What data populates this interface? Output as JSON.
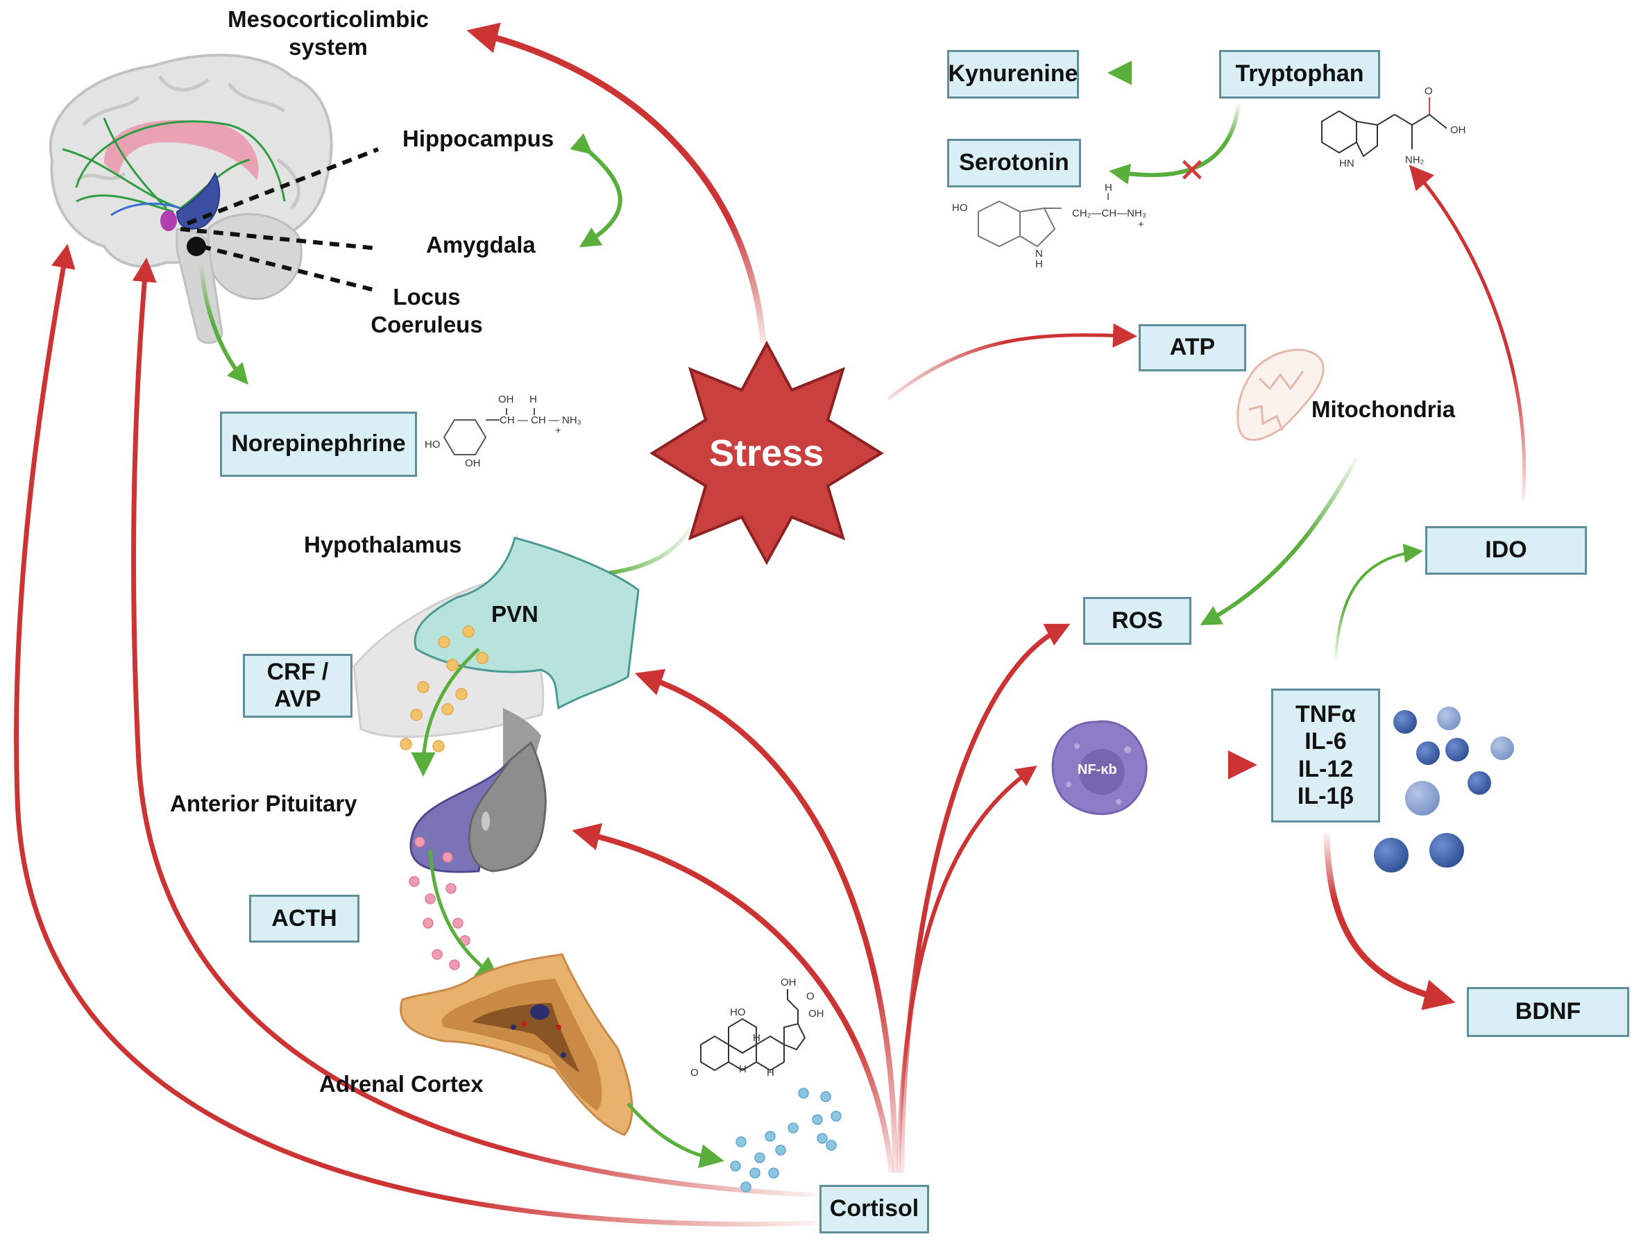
{
  "colors": {
    "box_fill": "#d9eef5",
    "box_border": "#5e8f99",
    "activation_arrow": "#cc3333",
    "pathway_arrow": "#5aae3c",
    "stress_star": "#c9403f",
    "pvn": "#b8e2dc",
    "pituitary_anterior": "#7b73b8",
    "pituitary_posterior": "#8d8d8d",
    "adrenal": "#d99a5a",
    "cortisol_particles": "#8cc5e0",
    "cytokine_particles": "#3f60a8",
    "crf_particles": "#f2c36b",
    "acth_particles": "#ef9cb3",
    "nfkb_cell": "#8f7cc6"
  },
  "labels": {
    "mesocorticolimbic": "Mesocorticolimbic\nsystem",
    "hippocampus": "Hippocampus",
    "amygdala": "Amygdala",
    "locus_coeruleus": "Locus\nCoeruleus",
    "hypothalamus": "Hypothalamus",
    "pvn": "PVN",
    "anterior_pituitary": "Anterior Pituitary",
    "adrenal_cortex": "Adrenal Cortex",
    "mitochondria": "Mitochondria",
    "stress": "Stress",
    "nfkb": "NF-κb"
  },
  "boxes": {
    "kynurenine": "Kynurenine",
    "tryptophan": "Tryptophan",
    "serotonin": "Serotonin",
    "norepinephrine": "Norepinephrine",
    "atp": "ATP",
    "ido": "IDO",
    "ros": "ROS",
    "crf_avp": "CRF /\nAVP",
    "cytokines": [
      "TNFα",
      "IL-6",
      "IL-12",
      "IL-1β"
    ],
    "acth": "ACTH",
    "bdnf": "BDNF",
    "cortisol": "Cortisol"
  },
  "chem": {
    "norepinephrine": {
      "oh_top": "OH",
      "h_top": "H",
      "chain": "CH — CH — NH₃",
      "plus": "+",
      "ho_left": "HO",
      "oh_bottom": "OH"
    },
    "serotonin": {
      "h_top": "H",
      "chain": "CH₂—CH—NH₃",
      "plus": "+",
      "ho": "HO",
      "nh": "N",
      "h_bottom": "H"
    },
    "tryptophan": {
      "o": "O",
      "oh": "OH",
      "hn": "HN",
      "nh2": "NH₂"
    },
    "cortisol": {
      "oh_top": "OH",
      "o_keto": "O",
      "ho": "HO",
      "oh_right": "OH",
      "h1": "H",
      "h2": "H",
      "h3": "H",
      "o_ring": "O"
    }
  },
  "inhibition_marker": "✕"
}
